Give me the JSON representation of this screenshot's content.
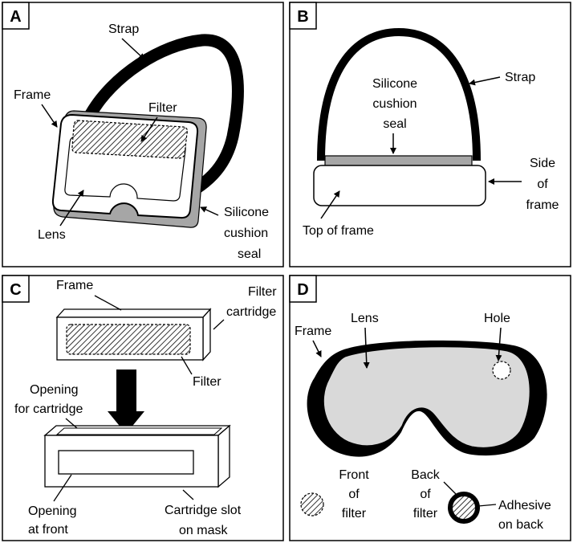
{
  "panels": {
    "a": {
      "tag": "A",
      "strap": "Strap",
      "frame": "Frame",
      "filter": "Filter",
      "lens": "Lens",
      "seal": [
        "Silicone",
        "cushion",
        "seal"
      ]
    },
    "b": {
      "tag": "B",
      "strap": "Strap",
      "seal": [
        "Silicone",
        "cushion",
        "seal"
      ],
      "side": [
        "Side",
        "of",
        "frame"
      ],
      "top": "Top of frame"
    },
    "c": {
      "tag": "C",
      "frame": "Frame",
      "cartridge": [
        "Filter",
        "cartridge"
      ],
      "filter": "Filter",
      "opening_cartridge": [
        "Opening",
        "for cartridge"
      ],
      "opening_front": [
        "Opening",
        "at front"
      ],
      "slot": [
        "Cartridge slot",
        "on mask"
      ]
    },
    "d": {
      "tag": "D",
      "frame": "Frame",
      "lens": "Lens",
      "hole": "Hole",
      "front": [
        "Front",
        "of",
        "filter"
      ],
      "back": [
        "Back",
        "of",
        "filter"
      ],
      "adhesive": [
        "Adhesive",
        "on back"
      ]
    }
  },
  "colors": {
    "seal_gray": "#a6a6a6",
    "lens_gray": "#d9d9d9",
    "outline": "#000000"
  }
}
